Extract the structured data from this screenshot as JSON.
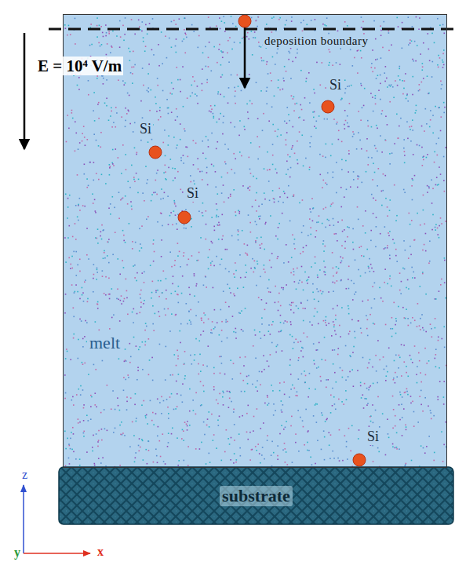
{
  "diagram": {
    "nodes": [
      {
        "text": [
          "melt"
        ]
      },
      {
        "text": [
          "substrate"
        ]
      }
    ],
    "labels": [
      "deposition boundary",
      "E = 10⁴ V/m",
      "Si",
      "Si",
      "Si",
      "Si",
      "z",
      "y",
      "x"
    ]
  }
}
